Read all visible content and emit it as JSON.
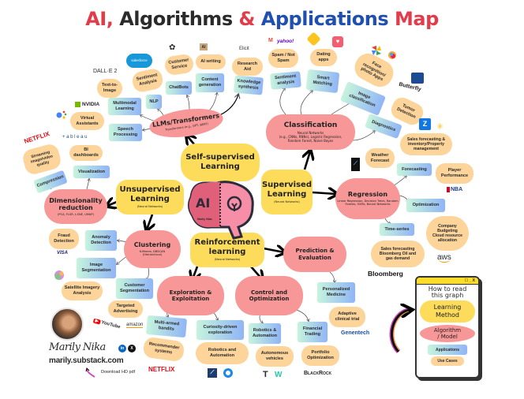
{
  "title": {
    "p1": "AI,",
    "p2": "Algorithms",
    "p3": "&",
    "p4": "Applications",
    "p5": "Map"
  },
  "methods": {
    "self_supervised": {
      "label": "Self-supervised\nLearning"
    },
    "unsupervised": {
      "label": "Unsupervised\nLearning",
      "sub": "(Neural Networks)"
    },
    "supervised": {
      "label": "Supervised\nLearning",
      "sub": "(Neural Networks)"
    },
    "reinforcement": {
      "label": "Reinforcement\nlearning",
      "sub": "(Neural Networks)"
    }
  },
  "algorithms": {
    "llms": {
      "label": "LLMs/Transformers",
      "sub": "Transformers (e.g., GPT, BERT)"
    },
    "classification": {
      "label": "Classification",
      "sub": "Neural Networks\n(e.g., CNNs, RNNs), Logistic Regression,\nRandom Forest, Naive Bayes"
    },
    "dimensionality": {
      "label": "Dimensionality\nreduction",
      "sub": "(PCA, FLSR, t-SNE, UMAP)"
    },
    "clustering": {
      "label": "Clustering",
      "sub": "K-Means, DBSCAN\n(Hierarchical)"
    },
    "regression": {
      "label": "Regression",
      "sub": "Linear Regression, Decision Trees, Random\nForests, SVMs, Neural Networks"
    },
    "prediction": {
      "label": "Prediction &\nEvaluation"
    },
    "exploration": {
      "label": "Exploration &\nExploitation"
    },
    "control": {
      "label": "Control and\nOptimization"
    }
  },
  "applications": [
    "Multimodal\nLearning",
    "NLP",
    "ChatBots",
    "Content\ngeneration",
    "Knowledge\nsynthesis",
    "Speech\nProcessing",
    "Sentiment\nanalysis",
    "Smart\nMatching",
    "Image\nclassification",
    "Diagnostics",
    "Visualization",
    "Compression",
    "Anomaly\nDetection",
    "Image\nSegmentation",
    "Customer\nSegmentation",
    "Forecasting",
    "Optimization",
    "Time-series",
    "Personalized\nMedicine",
    "Multi-armed\nbandits",
    "Curiosity-driven\nexploration",
    "Robotics &\nAutomation",
    "Financial\nTrading"
  ],
  "use_cases": [
    "Text-to-\nImage",
    "Sentiment\nAnalysis",
    "Customer\nService",
    "AI writing",
    "Research\nAid",
    "Virtual\nAssistants",
    "Streaming\nimage/video\nquality",
    "BI\ndashboards",
    "Spam / Not\nSpam",
    "Dating\napps",
    "Face\nrecognition/\nphoto Apps",
    "Tumor\nDetection",
    "Sales forecasting &\ninventory/Property\nmanagement",
    "Weather\nForecast",
    "Player\nPerformance",
    "Company\nBudgeting\nCloud resource\nallocation",
    "Sales forecasting\nBloomberg Oil and\ngas demand",
    "Fraud\nDetection",
    "Satellite Imagery\nAnalysis",
    "Targeted\nAdvertising",
    "Recommender\nsystems",
    "Robotics and\nAutomation",
    "Adaptive\nclinical trial",
    "Autonomous\nvehicles",
    "Portfolio\nOptimization"
  ],
  "logos": {
    "salesforce": "salesforce",
    "dalle": "DALL·E 2",
    "nvidia": "NVIDIA",
    "tableau": "+ a b l e a u",
    "netflix": "NETFLIX",
    "elicit": "Elicit",
    "gmail": "M",
    "yahoo": "yahoo!",
    "butterfly": "Butterfly",
    "nba": "NBA",
    "aws": "aws",
    "bloomberg": "Bloomberg",
    "visa": "VISA",
    "youtube": "YouTube",
    "amazon": "amazon",
    "netflix2": "NETFLIX",
    "genentech": "Genentech",
    "blackrock": "BlackRock",
    "ai_writer": "AI"
  },
  "brain": {
    "label": "AI",
    "signature": "Marily Nika"
  },
  "author": {
    "name": "Marily Nika",
    "url": "marily.substack.com",
    "download": "Download HD pdf",
    "linkedin": "in",
    "x": "X"
  },
  "legend": {
    "controls": "☐ _ X",
    "title": "How to read\nthis graph",
    "learning_method": "Learning\nMethod",
    "algorithm": "Algorithm\n/ Model",
    "applications": "Applications",
    "use_cases": "Use Cases"
  },
  "colors": {
    "method": "#fddc5c",
    "algorithm": "#f79797",
    "use_case": "#fdd49a",
    "app_from": "#c6f4dd",
    "app_to": "#90b5f6",
    "title_red": "#e23b4a",
    "title_blue": "#1f4fb0"
  }
}
